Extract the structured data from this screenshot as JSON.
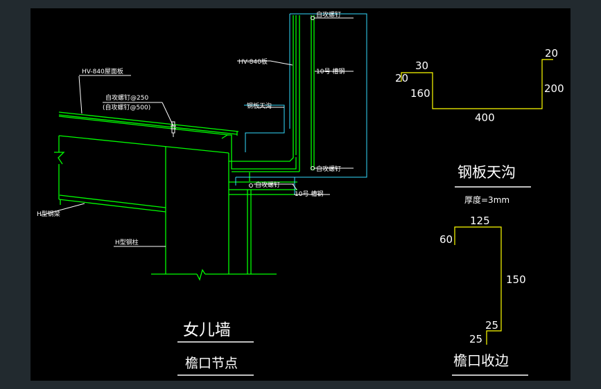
{
  "colors": {
    "background": "#000000",
    "frame": "#222a2f",
    "structure": "#00ff00",
    "detail": "#33ddff",
    "leader": "#ffffff",
    "dimension_line": "#ffff00",
    "text": "#ffffff"
  },
  "node_detail": {
    "labels": {
      "hv840_roof": "HV-840屋面板",
      "hv840_wall": "HV-840板",
      "screw_top": "自攻螺钉",
      "screw_roof_1": "自攻螺钉@250",
      "screw_roof_2": "(自攻螺钉@500)",
      "channel_10_upper": "10号 槽钢",
      "steel_gutter": "钢板天沟",
      "screw_mid": "自攻螺钉",
      "screw_low": "自攻螺钉",
      "channel_10_lower": "10号 槽钢",
      "h_beam": "H型钢梁",
      "h_column": "H型钢柱"
    },
    "titles": {
      "parapet": "女儿墙",
      "eave_node": "檐口节点"
    }
  },
  "gutter_profile": {
    "title": "钢板天沟",
    "thickness": "厚度=3mm",
    "dims": {
      "left_lip": "30",
      "left_lip_drop": "20",
      "left_height": "160",
      "bottom": "400",
      "right_height": "200",
      "right_lip": "20"
    }
  },
  "eave_trim_profile": {
    "title": "檐口收边",
    "dims": {
      "top": "125",
      "left_drop": "60",
      "height": "150",
      "bottom_return": "25",
      "bottom_lip": "25"
    }
  }
}
